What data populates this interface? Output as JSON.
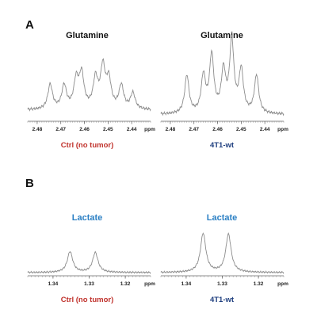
{
  "panels": [
    {
      "letter": "A"
    },
    {
      "letter": "B"
    }
  ],
  "chart_data": [
    {
      "type": "line",
      "panel": "A",
      "title": "Glutamine",
      "label": "Ctrl (no tumor)",
      "label_color": "#c0312b",
      "title_color": "#111111",
      "x_unit": "ppm",
      "xlim": [
        2.484,
        2.432
      ],
      "ylim": [
        0,
        1
      ],
      "x_ticks": [
        "2.48",
        "2.47",
        "2.46",
        "2.45",
        "2.44"
      ],
      "x_tick_values": [
        2.48,
        2.47,
        2.46,
        2.45,
        2.44
      ],
      "baseline": 0.12,
      "peaks": [
        {
          "x": 2.4745,
          "height": 0.34,
          "width": 0.0012
        },
        {
          "x": 2.4686,
          "height": 0.32,
          "width": 0.0012
        },
        {
          "x": 2.4635,
          "height": 0.38,
          "width": 0.0012
        },
        {
          "x": 2.4612,
          "height": 0.46,
          "width": 0.0012
        },
        {
          "x": 2.4553,
          "height": 0.4,
          "width": 0.0012
        },
        {
          "x": 2.4522,
          "height": 0.55,
          "width": 0.0012
        },
        {
          "x": 2.4497,
          "height": 0.38,
          "width": 0.0012
        },
        {
          "x": 2.4444,
          "height": 0.32,
          "width": 0.0012
        },
        {
          "x": 2.4395,
          "height": 0.22,
          "width": 0.0012
        }
      ]
    },
    {
      "type": "line",
      "panel": "A",
      "title": "Glutamine",
      "label": "4T1-wt",
      "label_color": "#1f3f7f",
      "title_color": "#111111",
      "x_unit": "ppm",
      "xlim": [
        2.484,
        2.432
      ],
      "ylim": [
        0,
        1
      ],
      "x_ticks": [
        "2.48",
        "2.47",
        "2.46",
        "2.45",
        "2.44"
      ],
      "x_tick_values": [
        2.48,
        2.47,
        2.46,
        2.45,
        2.44
      ],
      "baseline": 0.06,
      "peaks": [
        {
          "x": 2.473,
          "height": 0.52,
          "width": 0.0011
        },
        {
          "x": 2.466,
          "height": 0.5,
          "width": 0.0011
        },
        {
          "x": 2.4625,
          "height": 0.78,
          "width": 0.0011
        },
        {
          "x": 2.4575,
          "height": 0.56,
          "width": 0.0011
        },
        {
          "x": 2.454,
          "height": 0.97,
          "width": 0.0011
        },
        {
          "x": 2.45,
          "height": 0.58,
          "width": 0.0011
        },
        {
          "x": 2.4435,
          "height": 0.52,
          "width": 0.0011
        }
      ]
    },
    {
      "type": "line",
      "panel": "B",
      "title": "Lactate",
      "label": "Ctrl (no tumor)",
      "label_color": "#c0312b",
      "title_color": "#2a7fc4",
      "x_unit": "ppm",
      "xlim": [
        1.347,
        1.313
      ],
      "ylim": [
        0,
        1
      ],
      "x_ticks": [
        "1.34",
        "1.33",
        "1.32"
      ],
      "x_tick_values": [
        1.34,
        1.33,
        1.32
      ],
      "baseline": 0.02,
      "peaks": [
        {
          "x": 1.3353,
          "height": 0.46,
          "width": 0.0009
        },
        {
          "x": 1.3283,
          "height": 0.44,
          "width": 0.0009
        }
      ]
    },
    {
      "type": "line",
      "panel": "B",
      "title": "Lactate",
      "label": "4T1-wt",
      "label_color": "#1f3f7f",
      "title_color": "#2a7fc4",
      "x_unit": "ppm",
      "xlim": [
        1.347,
        1.313
      ],
      "ylim": [
        0,
        1
      ],
      "x_ticks": [
        "1.34",
        "1.33",
        "1.32"
      ],
      "x_tick_values": [
        1.34,
        1.33,
        1.32
      ],
      "baseline": 0.02,
      "peaks": [
        {
          "x": 1.3353,
          "height": 0.86,
          "width": 0.0009
        },
        {
          "x": 1.3283,
          "height": 0.84,
          "width": 0.0009
        }
      ]
    }
  ]
}
